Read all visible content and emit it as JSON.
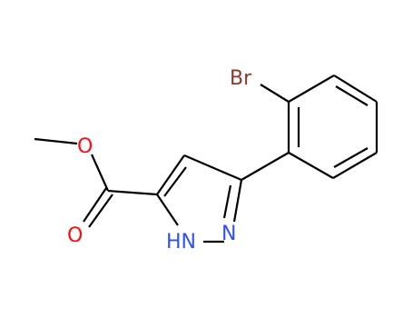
{
  "atoms": {
    "bromine": {
      "text": "Br",
      "color": "#8b3a2a"
    },
    "ester_o": {
      "text": "O",
      "color": "#ff0d0d"
    },
    "carbonyl_o": {
      "text": "O",
      "color": "#ff0d0d"
    },
    "ring_nh": {
      "text": "HN",
      "color": "#3050f8"
    },
    "ring_n": {
      "text": "N",
      "color": "#3050f8"
    }
  },
  "bond_color": "#000000"
}
